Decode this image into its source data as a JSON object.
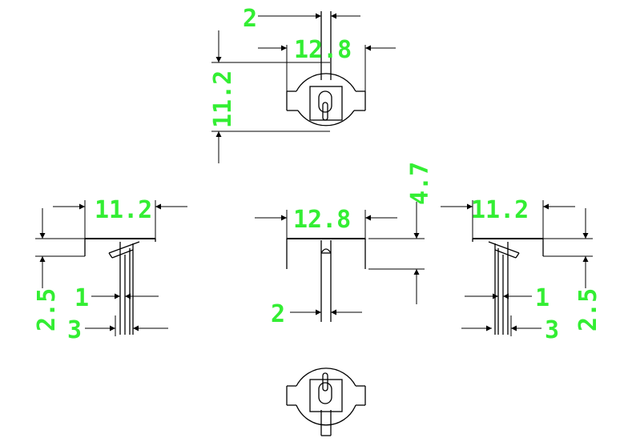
{
  "colors": {
    "dimension_text": "#33ee33",
    "lines": "#000000",
    "background": "#ffffff"
  },
  "top_view": {
    "pin_width": "2",
    "body_width": "12.8",
    "body_height": "11.2"
  },
  "left_view": {
    "width": "11.2",
    "height": "2.5",
    "pin_thickness": "1",
    "pin_span": "3"
  },
  "front_view": {
    "width": "12.8",
    "height": "4.7",
    "pin_width": "2"
  },
  "right_view": {
    "width": "11.2",
    "height": "2.5",
    "pin_thickness": "1",
    "pin_span": "3"
  }
}
